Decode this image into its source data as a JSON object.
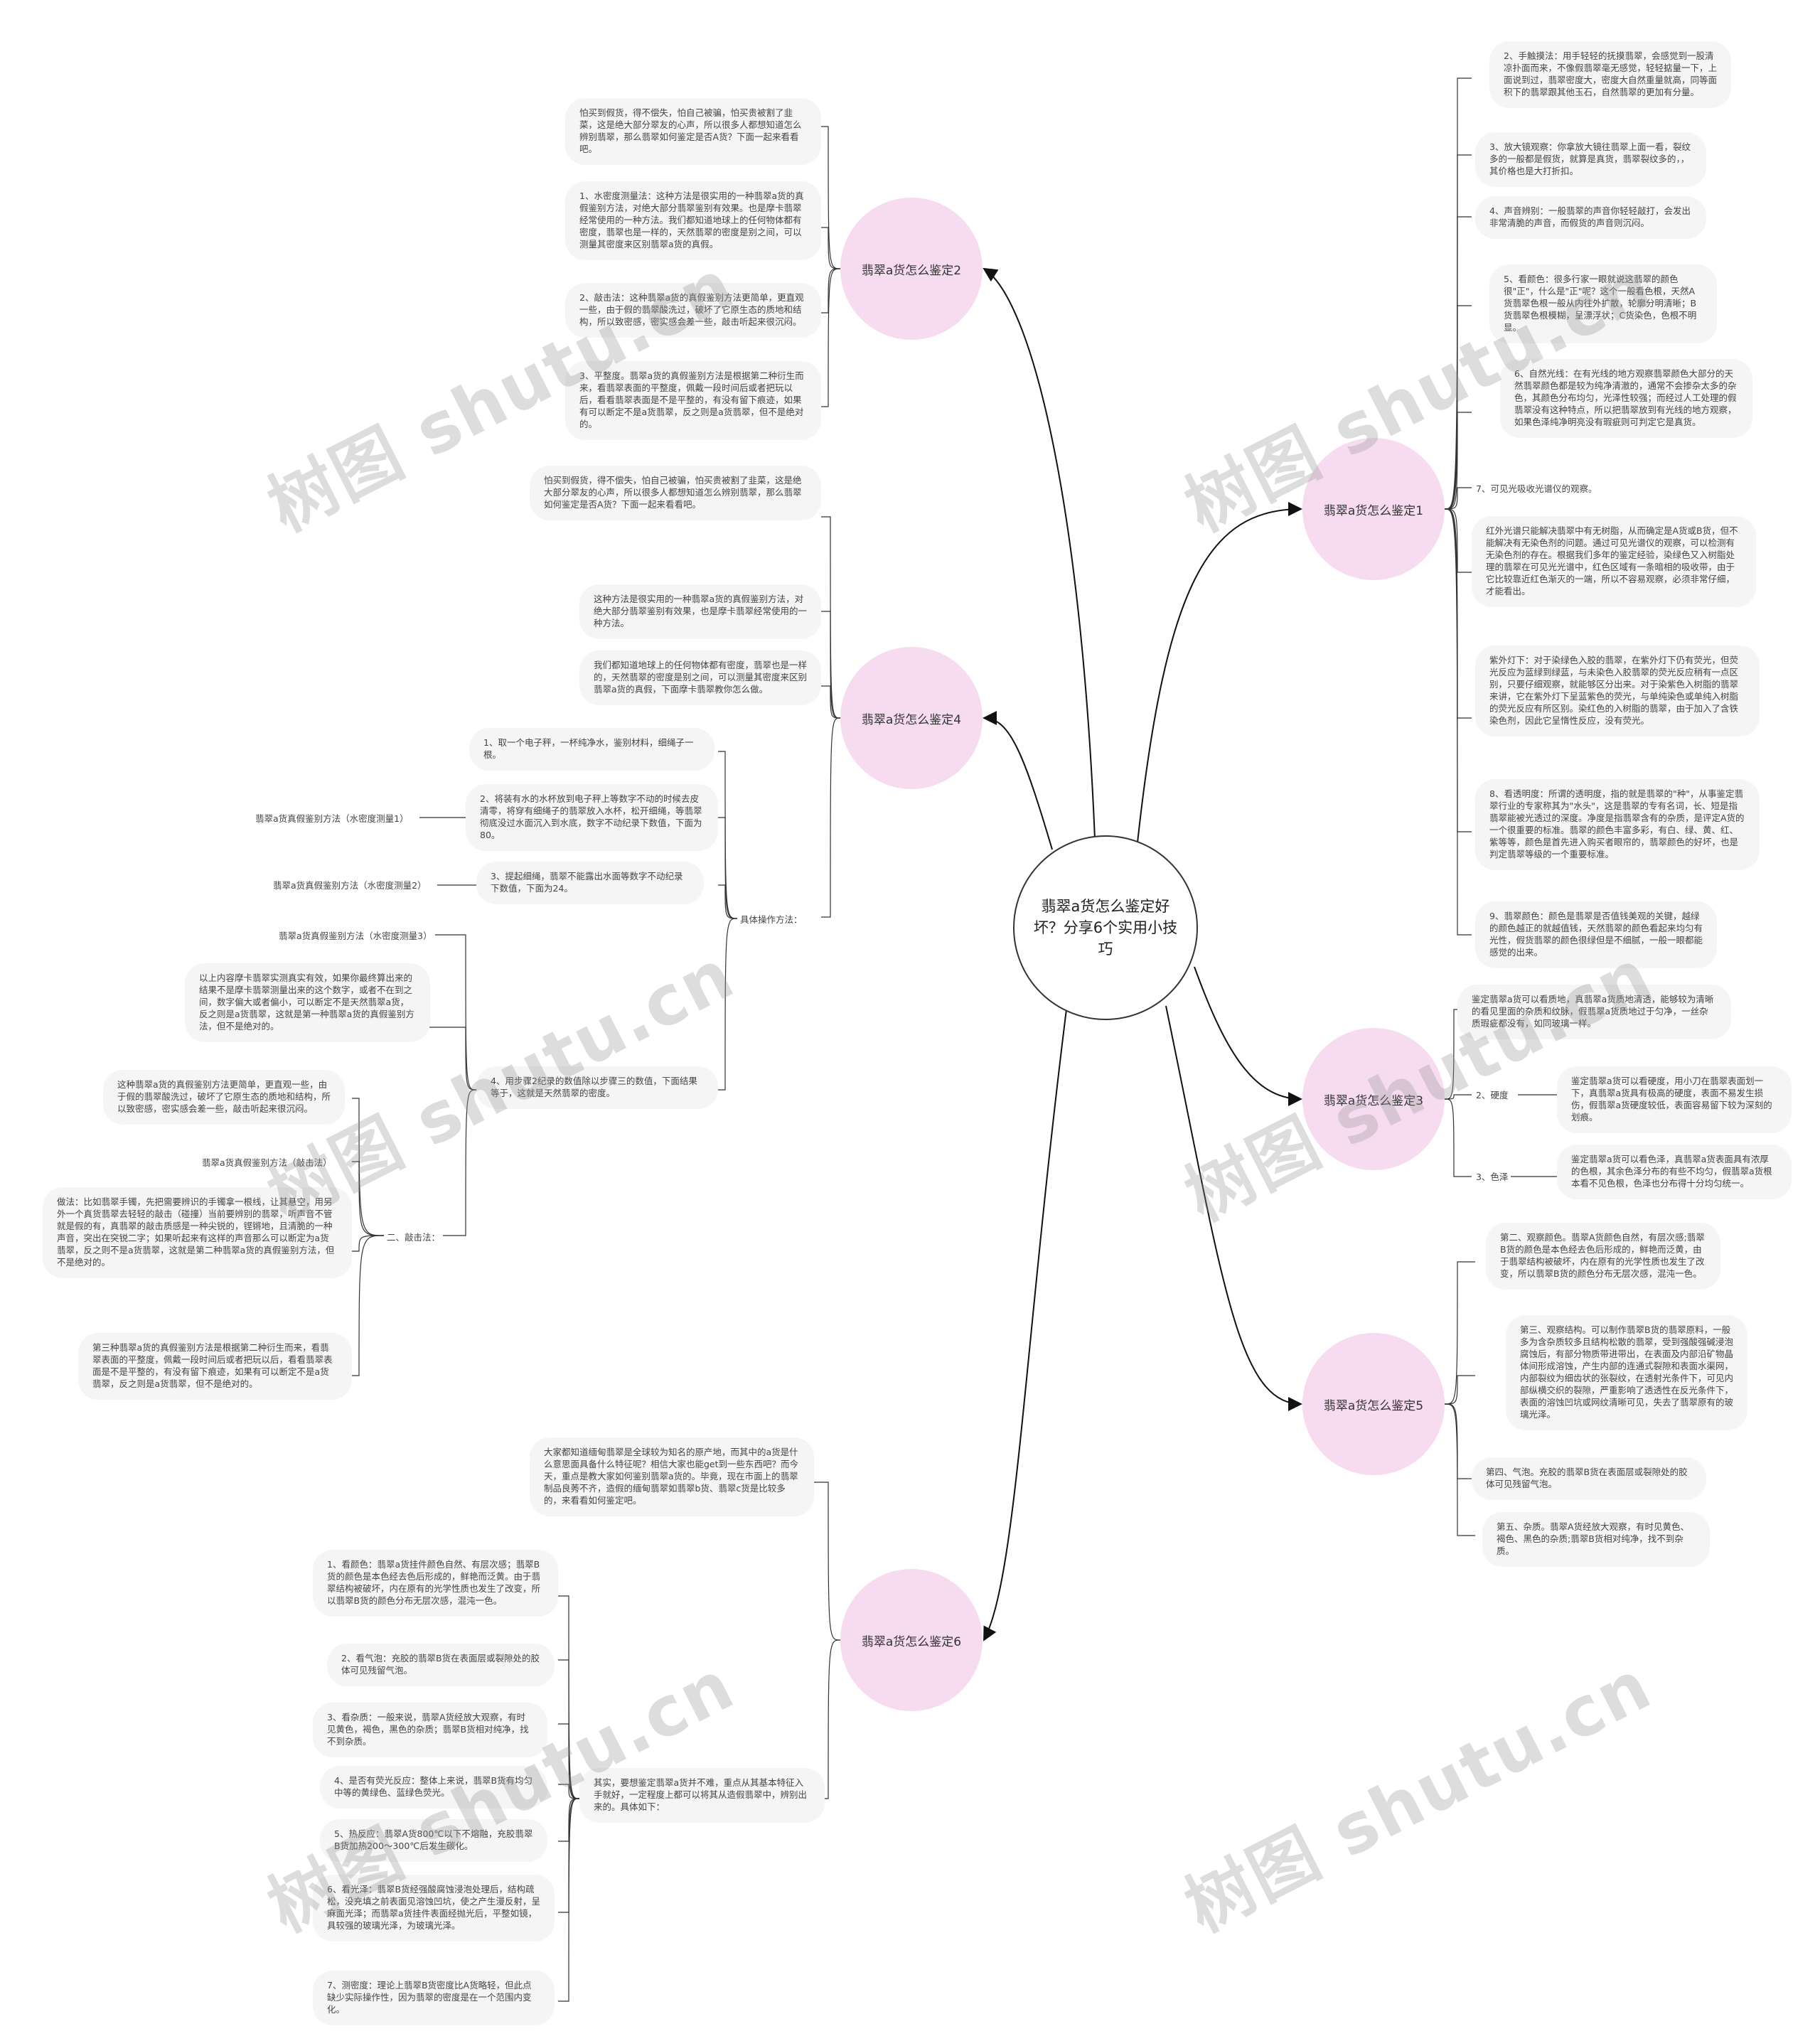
{
  "center": {
    "title": "翡翠a货怎么鉴定好坏？分享6个实用小技巧"
  },
  "watermark": "树图 shutu.cn",
  "branches": [
    {
      "label": "翡翠a货怎么鉴定2"
    },
    {
      "label": "翡翠a货怎么鉴定4"
    },
    {
      "label": "翡翠a货怎么鉴定6"
    },
    {
      "label": "翡翠a货怎么鉴定1"
    },
    {
      "label": "翡翠a货怎么鉴定3"
    },
    {
      "label": "翡翠a货怎么鉴定5"
    }
  ],
  "b2": {
    "items": [
      "怕买到假货，得不偿失，怕自己被骗，怕买贵被割了韭菜，这是绝大部分翠友的心声，所以很多人都想知道怎么辨别翡翠，那么翡翠如何鉴定是否A货？下面一起来看看吧。",
      "1、水密度测量法：这种方法是很实用的一种翡翠a货的真假鉴别方法，对绝大部分翡翠鉴别有效果。也是摩卡翡翠经常使用的一种方法。我们都知道地球上的任何物体都有密度，翡翠也是一样的，天然翡翠的密度是别之间，可以测量其密度来区别翡翠a货的真假。",
      "2、敲击法：这种翡翠a货的真假鉴别方法更简单，更直观一些，由于假的翡翠酸洗过，破坏了它原生态的质地和结构，所以致密感，密实感会差一些，敲击听起来很沉闷。",
      "3、平整度。翡翠a货的真假鉴别方法是根据第二种衍生而来，看翡翠表面的平整度，佩戴一段时间后或者把玩以后，看看翡翠表面是不是平整的，有没有留下痕迹，如果有可以断定不是a货翡翠，反之则是a货翡翠，但不是绝对的。"
    ]
  },
  "b4": {
    "items": [
      "怕买到假货，得不偿失，怕自己被骗，怕买贵被割了韭菜，这是绝大部分翠友的心声，所以很多人都想知道怎么辨别翡翠，那么翡翠如何鉴定是否A货？下面一起来看看吧。",
      "这种方法是很实用的一种翡翠a货的真假鉴别方法，对绝大部分翡翠鉴别有效果，也是摩卡翡翠经常使用的一种方法。",
      "我们都知道地球上的任何物体都有密度，翡翠也是一样的，天然翡翠的密度是别之间，可以测量其密度来区别翡翠a货的真假，下面摩卡翡翠教你怎么做。"
    ],
    "ops_label": "具体操作方法：",
    "steps": [
      "1、取一个电子秤，一杯纯净水，鉴别材料，细绳子一根。",
      "2、将装有水的水杯放到电子秤上等数字不动的时候去皮清零，将穿有细绳子的翡翠放入水杯，松开细绳，等翡翠彻底没过水面沉入到水底，数字不动纪录下数值，下面为80。",
      "3、提起细绳，翡翠不能露出水面等数字不动纪录下数值，下面为24。",
      "4、用步骤2纪录的数值除以步骤三的数值，下面结果等于，这就是天然翡翠的密度。"
    ],
    "refs": [
      "翡翠a货真假鉴别方法（水密度测量1）",
      "翡翠a货真假鉴别方法（水密度测量2）",
      "翡翠a货真假鉴别方法（水密度测量3）"
    ],
    "step4_note": "以上内容摩卡翡翠实测真实有效，如果你最终算出来的结果不是摩卡翡翠测量出来的这个数字，或者不在到之间，数字偏大或者偏小，可以断定不是天然翡翠a货，反之则是a货翡翠，这就是第一种翡翠a货的真假鉴别方法，但不是绝对的。",
    "knock_label": "二、敲击法：",
    "knock_items": [
      "这种翡翠a货的真假鉴别方法更简单，更直观一些，由于假的翡翠酸洗过，破坏了它原生态的质地和结构，所以致密感，密实感会差一些，敲击听起来很沉闷。",
      "翡翠a货真假鉴别方法（敲击法）",
      "做法：比如翡翠手镯，先把需要辨识的手镯拿一根线，让其悬空，用另外一个真货翡翠去轻轻的敲击（碰撞）当前要辨别的翡翠，听声音不管就是假的有，真翡翠的敲击质感是一种尖锐的，铿锵地，且清脆的一种声音，突出在突锐二字；如果听起来有这样的声音那么可以断定为a货翡翠，反之则不是a货翡翠，这就是第二种翡翠a货的真假鉴别方法，但不是绝对的。",
      "第三种翡翠a货的真假鉴别方法是根据第二种衍生而来，看翡翠表面的平整度，佩戴一段时间后或者把玩以后，看看翡翠表面是不是平整的，有没有留下痕迹，如果有可以断定不是a货翡翠，反之则是a货翡翠，但不是绝对的。"
    ]
  },
  "b6": {
    "intro": "大家都知道缅甸翡翠是全球较为知名的原产地，而其中的a货是什么意思面具备什么特征呢？相信大家也能get到一些东西吧？而今天，重点是教大家如何鉴别翡翠a货的。毕竟，现在市面上的翡翠制品良莠不齐，造假的缅甸翡翠如翡翠b货、翡翠c货是比较多的，来看看如何鉴定吧。",
    "summary": "其实，要想鉴定翡翠a货并不难，重点从其基本特征入手就好，一定程度上都可以将其从造假翡翠中，辨别出来的。具体如下：",
    "items": [
      "1、看颜色：翡翠a货挂件颜色自然、有层次感；翡翠B货的颜色是本色经去色后形成的，鲜艳而泛黄。由于翡翠结构被破坏，内在原有的光学性质也发生了改变，所以翡翠B货的颜色分布无层次感，混沌一色。",
      "2、看气泡：充胶的翡翠B货在表面层或裂隙处的胶体可见残留气泡。",
      "3、看杂质：一般来说，翡翠A货经放大观察，有时见黄色，褐色，黑色的杂质；翡翠B货相对纯净，找不到杂质。",
      "4、是否有荧光反应：整体上来说，翡翠B货有均匀中等的黄绿色、蓝绿色荧光。",
      "5、热反应：翡翠A货800℃以下不熔融，充胶翡翠B货加热200～300℃后发生碳化。",
      "6、看光泽：翡翠B货经强酸腐蚀浸泡处理后，结构疏松，没充填之前表面见溶蚀凹坑，使之产生漫反射，呈麻面光泽；而翡翠a货挂件表面经抛光后，平整如镜，具较强的玻璃光泽，为玻璃光泽。",
      "7、测密度：理论上翡翠B货密度比A货略轻，但此点缺少实际操作性，因为翡翠的密度是在一个范围内变化。"
    ]
  },
  "b1": {
    "items": [
      "2、手触摸法：用手轻轻的抚摸翡翠，会感觉到一股清凉扑面而来，不像假翡翠毫无感觉，轻轻掂量一下，上面说到过，翡翠密度大，密度大自然重量就高，同等面积下的翡翠跟其他玉石，自然翡翠的更加有分量。",
      "3、放大镜观察：你拿放大镜往翡翠上面一看，裂纹多的一般都是假货，就算是真货，翡翠裂纹多的，，其价格也是大打折扣。",
      "4、声音辨别：一般翡翠的声音你轻轻敲打，会发出非常清脆的声音，而假货的声音则沉闷。",
      "5、看颜色：很多行家一眼就说这翡翠的颜色很\"正\"，什么是\"正\"呢？这个一般看色根，天然A货翡翠色根一般从内往外扩散，轮廓分明清晰；B货翡翠色根模糊，呈漂浮状；C货染色，色根不明显。",
      "6、自然光线：在有光线的地方观察翡翠颜色大部分的天然翡翠颜色都是较为纯净清澈的，通常不会掺杂太多的杂色，其颜色分布均匀，光泽性较强；而经过人工处理的假翡翠没有这种特点，所以把翡翠放到有光线的地方观察，如果色泽纯净明亮没有瑕疵则可判定它是真货。",
      "7、可见光吸收光谱仪的观察。",
      "红外光谱只能解决翡翠中有无树脂，从而确定是A货或B货，但不能解决有无染色剂的问题。通过可见光谱仪的观察，可以检测有无染色剂的存在。根据我们多年的鉴定经验，染绿色又入树脂处理的翡翠在可见光光谱中，红色区域有一条暗相的吸收带，由于它比较靠近红色渐灭的一端，所以不容易观察，必须非常仔细，才能看出。",
      "紫外灯下：对于染绿色入胶的翡翠，在紫外灯下仍有荧光，但荧光反应为蓝绿到绿蓝，与未染色入胶翡翠的荧光反应稍有一点区别，只要仔细观察，就能够区分出来。对于染紫色入树脂的翡翠来讲，它在紫外灯下呈蓝紫色的荧光，与单纯染色或单纯入树脂的荧光反应有所区别。染红色的入树脂的翡翠，由于加入了含铁染色剂，因此它呈惰性反应，没有荧光。",
      "8、看透明度：所谓的透明度，指的就是翡翠的\"种\"，从事鉴定翡翠行业的专家称其为\"水头\"，这是翡翠的专有名词，长、短是指翡翠能被光透过的深度。净度是指翡翠含有的杂质，是评定A货的一个很重要的标准。翡翠的颜色丰富多彩，有白、绿、黄、红、紫等等，颜色是首先进入购买者眼帘的，翡翠颜色的好坏，也是判定翡翠等级的一个重要标准。",
      "9、翡翠颜色：颜色是翡翠是否值钱美观的关键，越绿的颜色越正的就越值钱，天然翡翠的颜色看起来均匀有光性，假货翡翠的颜色很绿但是不细腻，一般一眼都能感觉的出来。"
    ]
  },
  "b3": {
    "items": [
      "鉴定翡翠a货可以看质地，真翡翠a货质地清透，能够较为清晰的看见里面的杂质和纹脉，假翡翠a货质地过于匀净，一丝杂质瑕疵都没有，如同玻璃一样。"
    ],
    "hardness_label": "2、硬度",
    "hardness_text": "鉴定翡翠a货可以看硬度，用小刀在翡翠表面划一下，真翡翠a货具有极高的硬度，表面不易发生损伤，假翡翠a货硬度较低，表面容易留下较为深刻的划痕。",
    "color_label": "3、色泽",
    "color_text": "鉴定翡翠a货可以看色泽，真翡翠a货表面具有浓厚的色根，其余色泽分布的有些不均匀，假翡翠a货根本看不见色根，色泽也分布得十分均匀统一。"
  },
  "b5": {
    "items": [
      "第二、观察颜色。翡翠A货颜色自然，有层次感;翡翠B货的颜色是本色经去色后形成的，鲜艳而泛黄，由于翡翠结构被破坏，内在原有的光学性质也发生了改变，所以翡翠B货的颜色分布无层次感，混沌一色。",
      "第三、观察结构。可以制作翡翠B货的翡翠原料，一般多为含杂质较多且结构松散的翡翠，受到强酸强碱浸泡腐蚀后，有部分物质带进带出，在表面及内部沿矿物晶体间形成溶蚀，产生内部的连通式裂隙和表面水渠网，内部裂纹为细齿状的张裂纹，在透射光条件下，可见内部纵横交织的裂隙，严重影响了透透性在反光条件下，表面的溶蚀凹坑或网纹清晰可见，失去了翡翠原有的玻璃光泽。",
      "第四、气泡。充胶的翡翠B货在表面层或裂隙处的胶体可见残留气泡。",
      "第五、杂质。翡翠A货经放大观察，有时见黄色、褐色、黑色的杂质;翡翠B货相对纯净，找不到杂质。"
    ]
  }
}
